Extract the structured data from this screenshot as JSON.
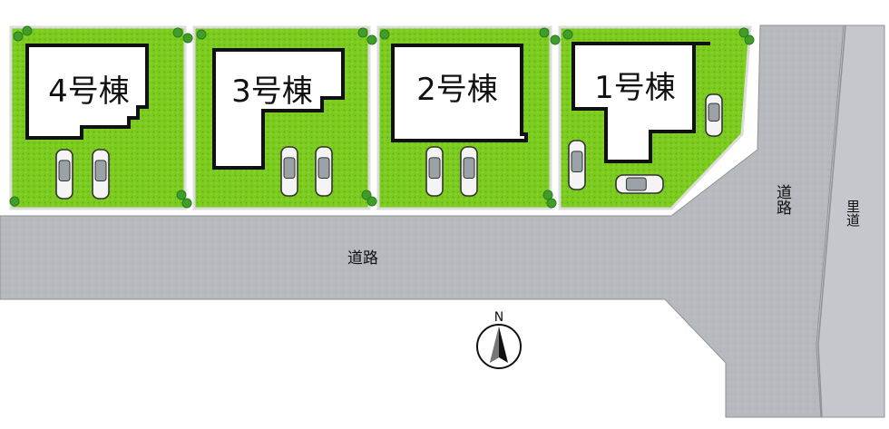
{
  "lots": [
    {
      "label": "4号棟"
    },
    {
      "label": "3号棟"
    },
    {
      "label": "2号棟"
    },
    {
      "label": "1号棟"
    }
  ],
  "roads": {
    "main_label": "道路",
    "side_label": "道路",
    "farm_road_label": "里道"
  },
  "compass": {
    "north_label": "N"
  },
  "colors": {
    "lawn": "#7ccb1f",
    "lawn_dark": "#5fae12",
    "road": "#b6b9bd",
    "road_edge": "#8e9296",
    "building": "#ffffff",
    "outline": "#111111",
    "tree": "#3f9d2a"
  }
}
